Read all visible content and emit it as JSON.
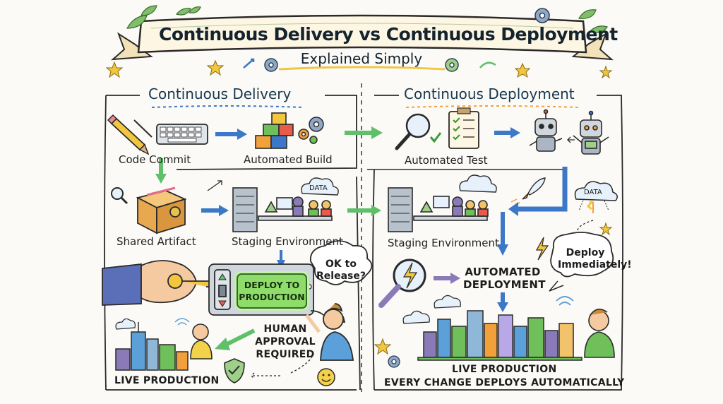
{
  "title": "Continuous Delivery vs Continuous Deployment",
  "subtitle": "Explained Simply",
  "delivery": {
    "heading": "Continuous Delivery",
    "code_commit": "Code Commit",
    "automated_build": "Automated Build",
    "shared_artifact": "Shared Artifact",
    "staging": "Staging Environment",
    "data_cloud": "DATA",
    "deploy_button": "DEPLOY TO PRODUCTION",
    "bubble": "OK to Release?",
    "human_approval": "HUMAN APPROVAL REQUIRED",
    "live_production": "LIVE PRODUCTION"
  },
  "deployment": {
    "heading": "Continuous Deployment",
    "automated_test": "Automated Test",
    "staging": "Staging Environment",
    "data_cloud": "DATA",
    "automated_deployment": "AUTOMATED DEPLOYMENT",
    "bubble": "Deploy Immediately!",
    "live_production": "LIVE PRODUCTION",
    "every_change": "EVERY CHANGE DEPLOYS AUTOMATICALLY"
  },
  "colors": {
    "ink": "#1f2a33",
    "arrow_blue": "#3b78c7",
    "arrow_green": "#5fbf6a",
    "button_green": "#8fdc6a",
    "banner_cream": "#fdf6e3",
    "divider_blue": "#3b5f86"
  },
  "icons": [
    "pencil-icon",
    "keyboard-icon",
    "blocks-icon",
    "gear-icon",
    "magnifier-icon",
    "checklist-icon",
    "robot-icon",
    "box-icon",
    "server-icon",
    "cloud-icon",
    "rocket-icon",
    "key-icon",
    "lightning-icon",
    "shield-icon",
    "smiley-icon",
    "star-icon",
    "city-icon",
    "person-icon"
  ]
}
